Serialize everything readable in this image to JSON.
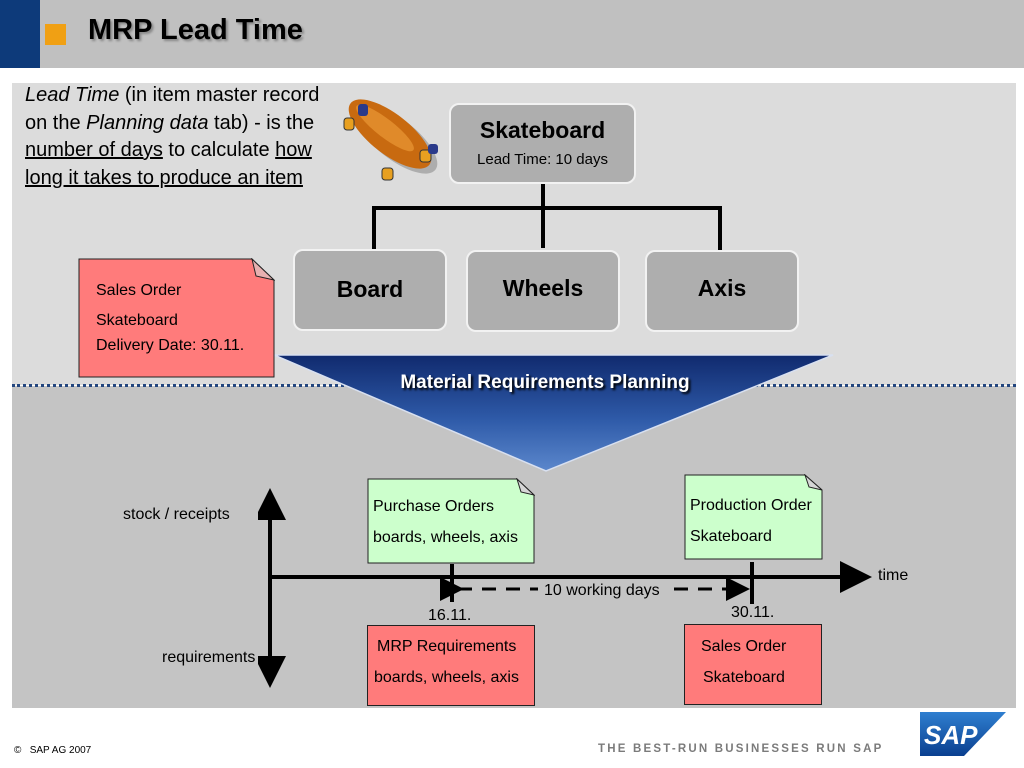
{
  "header": {
    "title": "MRP Lead Time"
  },
  "description": {
    "p1_italic": "Lead Time",
    "p1_rest": " (in item master record on the ",
    "p2_italic": "Planning data",
    "p3": " tab) - is the ",
    "p4_underline": "number of days",
    "p5": " to calculate ",
    "p6_underline": "how long it takes to produce an item"
  },
  "bom": {
    "root_title": "Skateboard",
    "root_lead_time": "Lead Time: 10 days",
    "children": [
      "Board",
      "Wheels",
      "Axis"
    ]
  },
  "sales_order_note": {
    "line1": "Sales Order",
    "line2": "Skateboard",
    "line3": "Delivery Date: 30.11."
  },
  "mrp_label": "Material Requirements Planning",
  "timeline": {
    "stock_label": "stock / receipts",
    "requirements_label": "requirements",
    "time_label": "time",
    "working_days": "10 working days",
    "date_left": "16.11.",
    "date_right": "30.11.",
    "purchase_orders": {
      "line1": "Purchase Orders",
      "line2": "boards, wheels, axis"
    },
    "production_order": {
      "line1": "Production Order",
      "line2": "Skateboard"
    },
    "mrp_requirements": {
      "line1": "MRP Requirements",
      "line2": "boards, wheels, axis"
    },
    "sales_order": {
      "line1": "Sales Order",
      "line2": "Skateboard"
    }
  },
  "footer": {
    "copyright_symbol": "©",
    "copyright": "SAP AG 2007",
    "slogan": "THE BEST-RUN BUSINESSES RUN SAP",
    "logo_text": "SAP"
  },
  "colors": {
    "title_bar": "#c0c0c0",
    "accent_orange": "#f0a014",
    "sap_blue": "#0d3a7a",
    "note_red": "#ff7b7b",
    "note_green": "#ccffcc"
  }
}
